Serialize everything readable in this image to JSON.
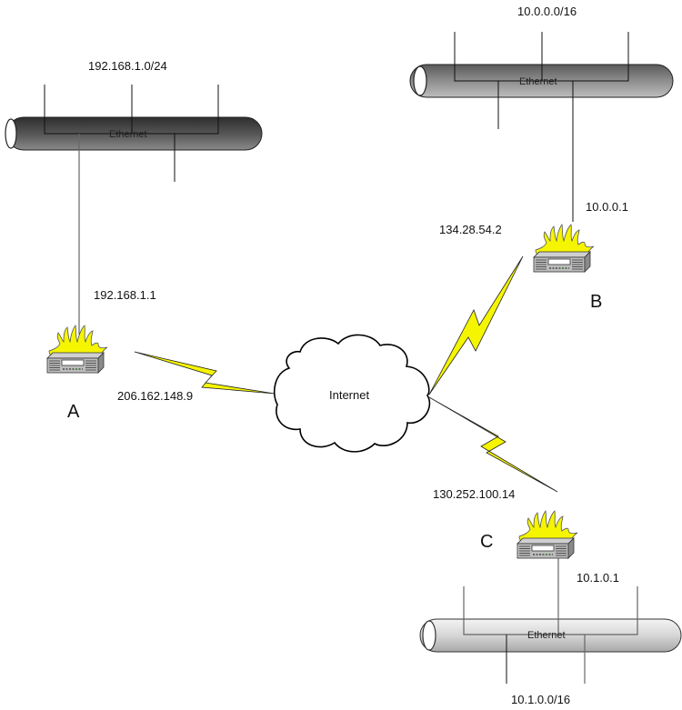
{
  "colors": {
    "bolt": "#f5f500",
    "flame": "#f5f500",
    "dark_pipe": "#444444",
    "light_pipe": "#d8d8d8"
  },
  "networks": {
    "left": {
      "subnet": "192.168.1.0/24",
      "segment_label": "Ethernet"
    },
    "top_right": {
      "subnet": "10.0.0.0/16",
      "segment_label": "Ethernet"
    },
    "bottom_right": {
      "subnet": "10.1.0.0/16",
      "segment_label": "Ethernet"
    }
  },
  "firewalls": {
    "A": {
      "name": "A",
      "internal_ip": "192.168.1.1",
      "external_ip": "206.162.148.9"
    },
    "B": {
      "name": "B",
      "internal_ip": "10.0.0.1",
      "external_ip": "134.28.54.2"
    },
    "C": {
      "name": "C",
      "internal_ip": "10.1.0.1",
      "external_ip": "130.252.100.14"
    }
  },
  "cloud": {
    "label": "Internet"
  },
  "icons": {
    "firewall": "firewall-icon",
    "cloud": "cloud-icon",
    "link": "lightning-bolt-icon",
    "segment": "ethernet-pipe-icon"
  }
}
